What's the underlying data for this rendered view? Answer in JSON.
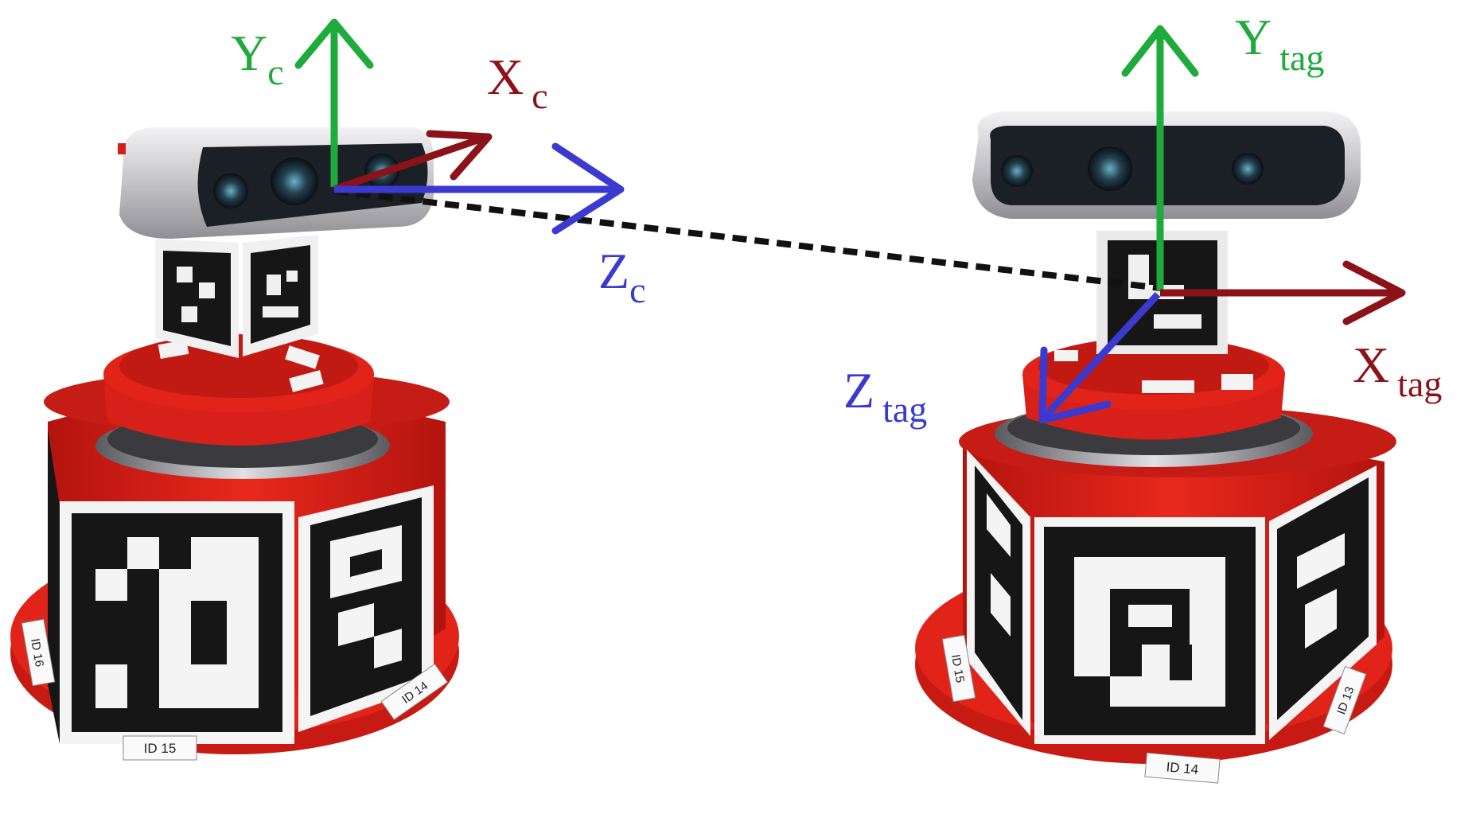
{
  "colors": {
    "y_axis": "#1faa3c",
    "x_axis": "#8c1219",
    "z_axis": "#3a3ad0",
    "base_red": "#e2231a",
    "base_red_dark": "#a3140f",
    "camera_silver": "#c9c9cd",
    "camera_face": "#1b1f26",
    "dashed_line": "#111111",
    "tag_black": "#161616"
  },
  "frames": {
    "camera": {
      "y_label": "Y",
      "y_sub": "c",
      "x_label": "X",
      "x_sub": "c",
      "z_label": "Z",
      "z_sub": "c"
    },
    "tag": {
      "y_label": "Y",
      "y_sub": "tag",
      "x_label": "X",
      "x_sub": "tag",
      "z_label": "Z",
      "z_sub": "tag"
    }
  },
  "robots": {
    "left": {
      "base_label_front": "ID 15",
      "base_label_left": "ID 16",
      "base_label_right": "ID 14"
    },
    "right": {
      "base_label_front": "ID 14",
      "base_label_left": "ID 15",
      "base_label_right": "ID 13"
    }
  },
  "icons": [
    "camera-icon",
    "aruco-tag-icon",
    "robot-base-icon"
  ]
}
